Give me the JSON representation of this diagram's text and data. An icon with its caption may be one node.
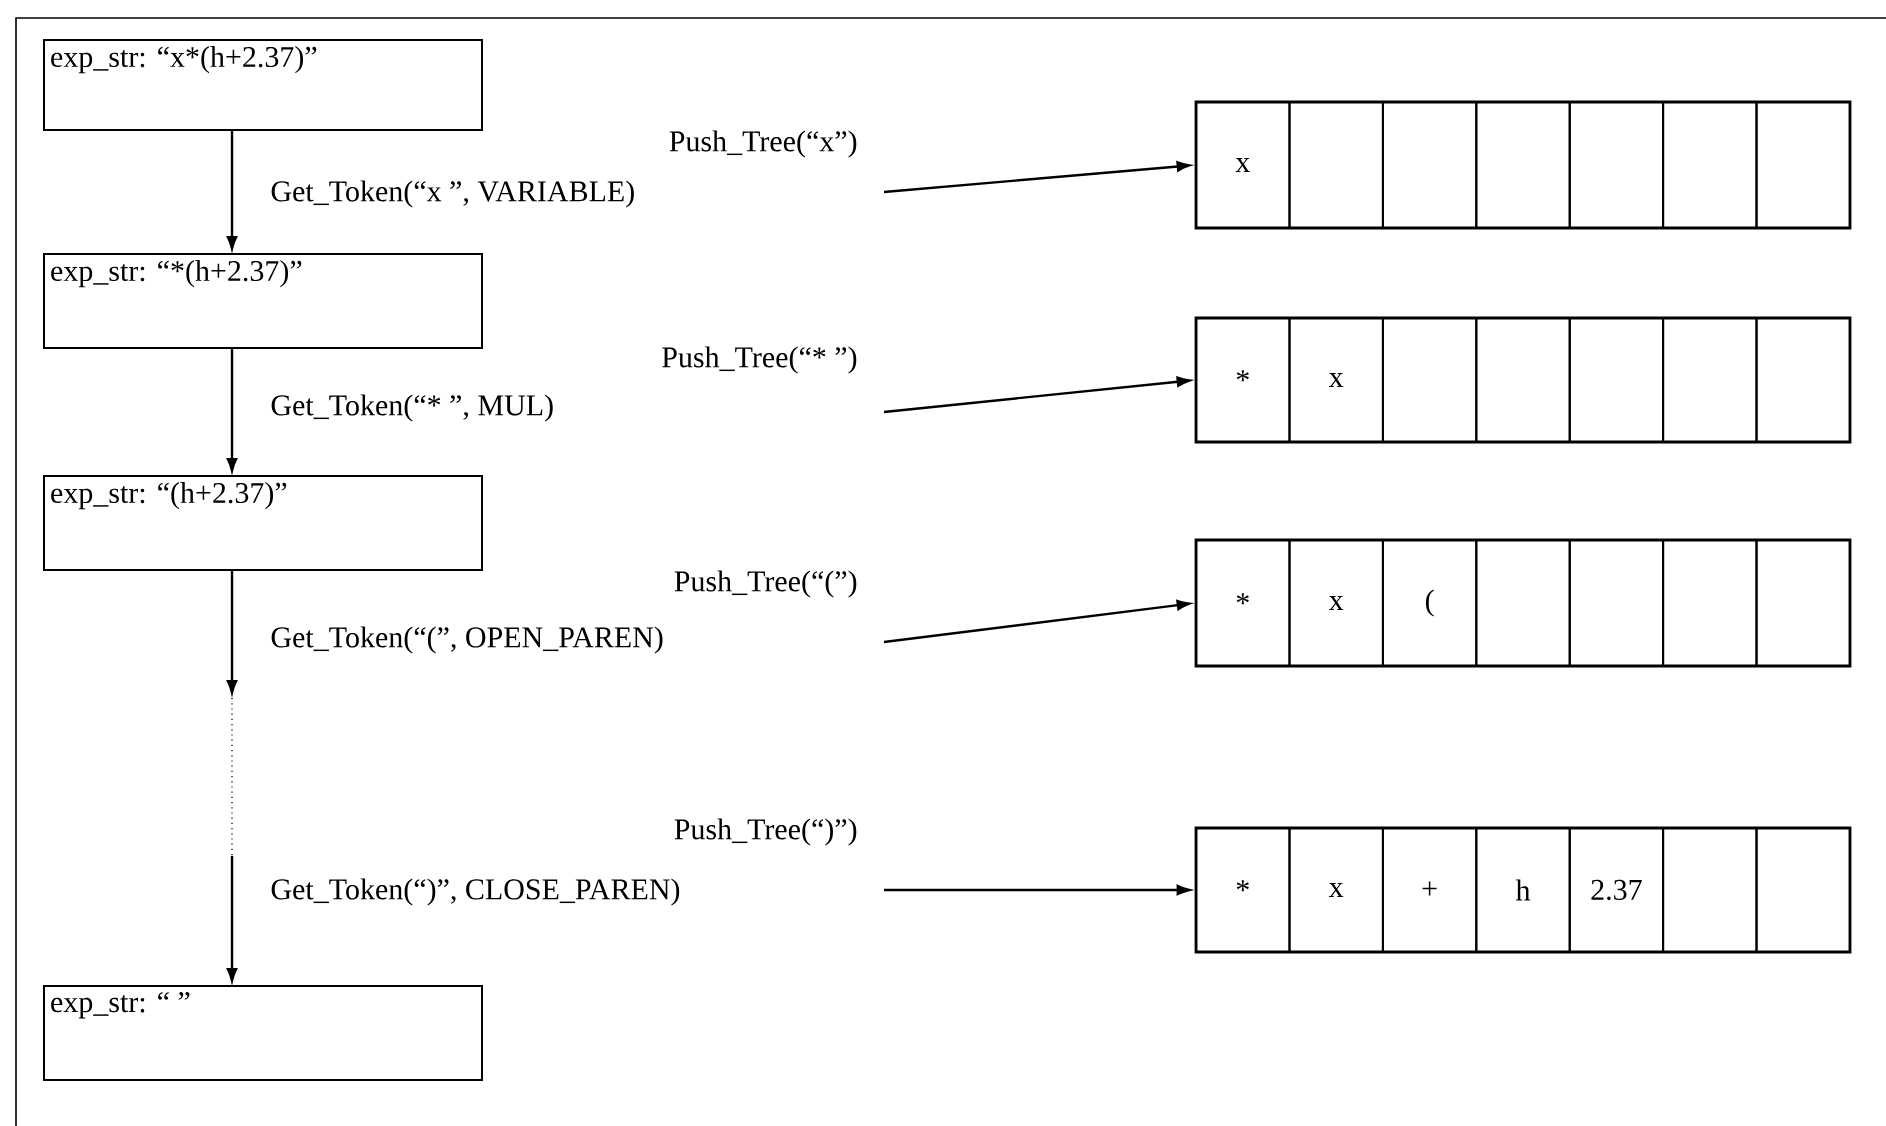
{
  "diagram": {
    "nodes": [
      {
        "text": [
          "exp_str: “x*(h+2.37)”"
        ]
      },
      {
        "text": [
          "exp_str: “*(h+2.37)”"
        ]
      },
      {
        "text": [
          "exp_str: “(h+2.37)”"
        ]
      },
      {
        "text": [
          "exp_str: “ ”"
        ]
      },
      {
        "text": [],
        "shape": "box"
      },
      {
        "text": [
          "x"
        ],
        "in": 4
      },
      {
        "text": [],
        "shape": "box",
        "in": 4
      },
      {
        "text": [],
        "shape": "box",
        "in": 4
      },
      {
        "text": [],
        "shape": "box",
        "in": 4
      },
      {
        "text": [],
        "shape": "box",
        "in": 4
      },
      {
        "text": [],
        "shape": "box",
        "in": 4
      },
      {
        "text": [],
        "shape": "box",
        "in": 4
      },
      {
        "text": [],
        "shape": "box"
      },
      {
        "text": [
          "*"
        ],
        "in": 12
      },
      {
        "text": [
          "x"
        ],
        "in": 12
      },
      {
        "text": [],
        "shape": "box",
        "in": 12
      },
      {
        "text": [],
        "shape": "box",
        "in": 12
      },
      {
        "text": [],
        "shape": "box",
        "in": 12
      },
      {
        "text": [],
        "shape": "box",
        "in": 12
      },
      {
        "text": [],
        "shape": "box",
        "in": 12
      },
      {
        "text": [],
        "shape": "box"
      },
      {
        "text": [
          "*"
        ],
        "in": 20
      },
      {
        "text": [
          "x"
        ],
        "in": 20
      },
      {
        "text": [
          "("
        ],
        "in": 20
      },
      {
        "text": [],
        "shape": "box",
        "in": 20
      },
      {
        "text": [],
        "shape": "box",
        "in": 20
      },
      {
        "text": [],
        "shape": "box",
        "in": 20
      },
      {
        "text": [],
        "shape": "box",
        "in": 20
      },
      {
        "text": [],
        "shape": "box"
      },
      {
        "text": [
          "*"
        ],
        "in": 28
      },
      {
        "text": [
          "x"
        ],
        "in": 28
      },
      {
        "text": [
          "+"
        ],
        "in": 28
      },
      {
        "text": [
          "h"
        ],
        "in": 28
      },
      {
        "text": [
          "2.37"
        ],
        "in": 28
      },
      {
        "text": [],
        "shape": "box",
        "in": 28
      },
      {
        "text": [],
        "shape": "box",
        "in": 28
      }
    ],
    "edges": [
      {
        "from": 0,
        "to": 1,
        "arrow": "to",
        "label": "Get_Token(“x ”, VARIABLE)"
      },
      {
        "from": 1,
        "to": 2,
        "arrow": "to",
        "label": "Get_Token(“* ”, MUL)"
      },
      {
        "from": 2,
        "to": null,
        "arrow": "to",
        "label": "Get_Token(“(”, OPEN_PAREN)"
      },
      {
        "from": null,
        "to": 3,
        "arrow": "to",
        "label": "Get_Token(“)”, CLOSE_PAREN)"
      },
      {
        "from": null,
        "to": 4,
        "arrow": "to",
        "label": "Push_Tree(“x”)"
      },
      {
        "from": null,
        "to": 12,
        "arrow": "to",
        "label": "Push_Tree(“* ”)"
      },
      {
        "from": null,
        "to": 20,
        "arrow": "to",
        "label": "Push_Tree(“(”)"
      },
      {
        "from": null,
        "to": 28,
        "arrow": "to",
        "label": "Push_Tree(“)”)"
      }
    ]
  }
}
